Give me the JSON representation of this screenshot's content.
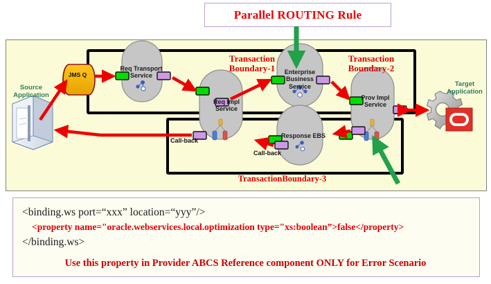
{
  "title": {
    "text": "Parallel ROUTING Rule"
  },
  "diagram": {
    "boundaries": [
      {
        "id": "tb1",
        "label": "Transaction\nBoundary-1"
      },
      {
        "id": "tb2",
        "label": "Transaction\nBoundary-2"
      },
      {
        "id": "tb3",
        "label": "TransactionBoundary-3"
      }
    ],
    "endpoints": [
      {
        "id": "source",
        "label": "Source\nApplication",
        "icon": "server-box-icon"
      },
      {
        "id": "target",
        "label": "Target\nApplication",
        "icon": "gear-icon"
      }
    ],
    "queue": {
      "label": "JMS Q",
      "icon": "cylinder-queue-icon"
    },
    "nodes": [
      {
        "id": "req-transport-service",
        "label": "Req Transport\nService"
      },
      {
        "id": "req-impl-service",
        "label": "Req Impl\nService"
      },
      {
        "id": "enterprise-business-service",
        "label": "Enterprise\nBusiness Service"
      },
      {
        "id": "prov-impl-service",
        "label": "Prov Impl\nService"
      },
      {
        "id": "response-ebs",
        "label": "Response EBS"
      }
    ],
    "callbacks": [
      {
        "id": "callback-1",
        "label": "Call-back"
      },
      {
        "id": "callback-2",
        "label": "Call-back"
      }
    ],
    "colors": {
      "panel_background": "#fbfbd8",
      "boundary_stroke": "#000000",
      "boundary_label": "#dd0000",
      "flow_arrow": "#ee0000",
      "highlight_arrow": "#21a14a",
      "node_fill": "#c6c6c6",
      "input_port": "#00dd00",
      "output_port": "#cc99e6",
      "queue_fill": "#f5b400",
      "endpoint_label": "#2e7d5e"
    }
  },
  "code": {
    "line1": "<binding.ws port=“xxx” location=“yyy”/>",
    "line2": "<property name=\"oracle.webservices.local.optimization  type=\"xs:boolean”>false</property>",
    "line3": "</binding.ws>"
  },
  "footer": {
    "note": "Use this property in Provider ABCS Reference component ONLY for Error Scenario"
  }
}
